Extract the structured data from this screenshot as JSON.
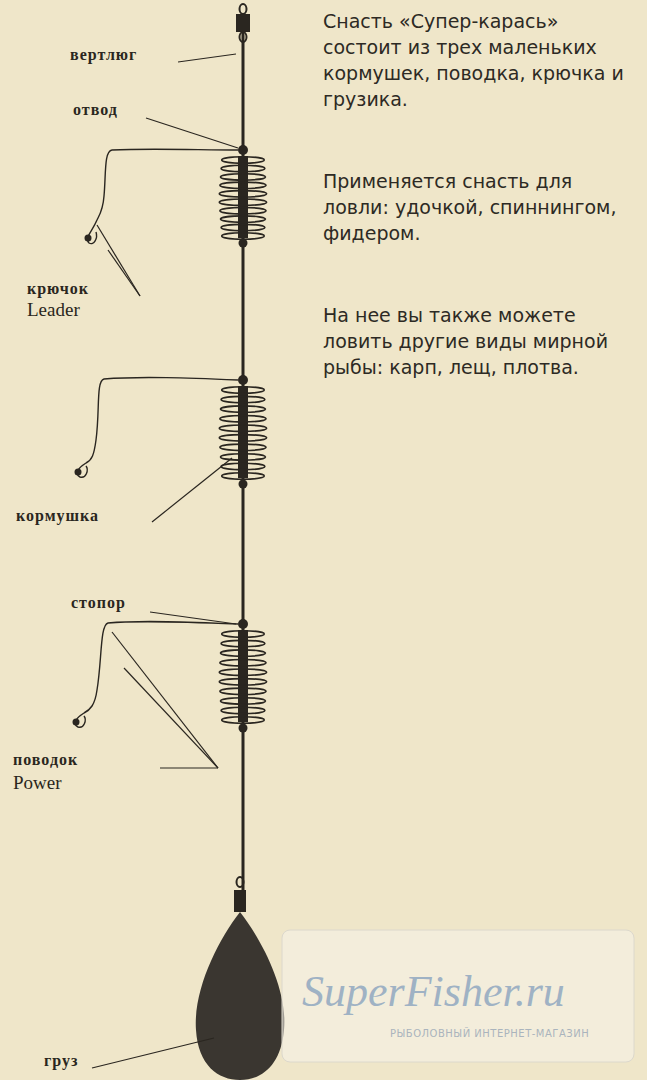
{
  "diagram": {
    "labels": [
      "Снасть «Супер-карась» состоит из трех маленьких кормушек, поводка, крючка и грузика.",
      "Применяется снасть для ловли: удочкой, спиннингом, фидером.",
      "На нее вы также можете ловить другие виды мирной рыбы: карп, лещ, плотва.",
      "вертлюг",
      "отвод",
      "крючок",
      "Leader",
      "кормушка",
      "стопор",
      "поводок",
      "Power",
      "груз",
      "SuperFisher.ru",
      "РЫБОЛОВНЫЙ ИНТЕРНЕТ-МАГАЗИН"
    ]
  }
}
